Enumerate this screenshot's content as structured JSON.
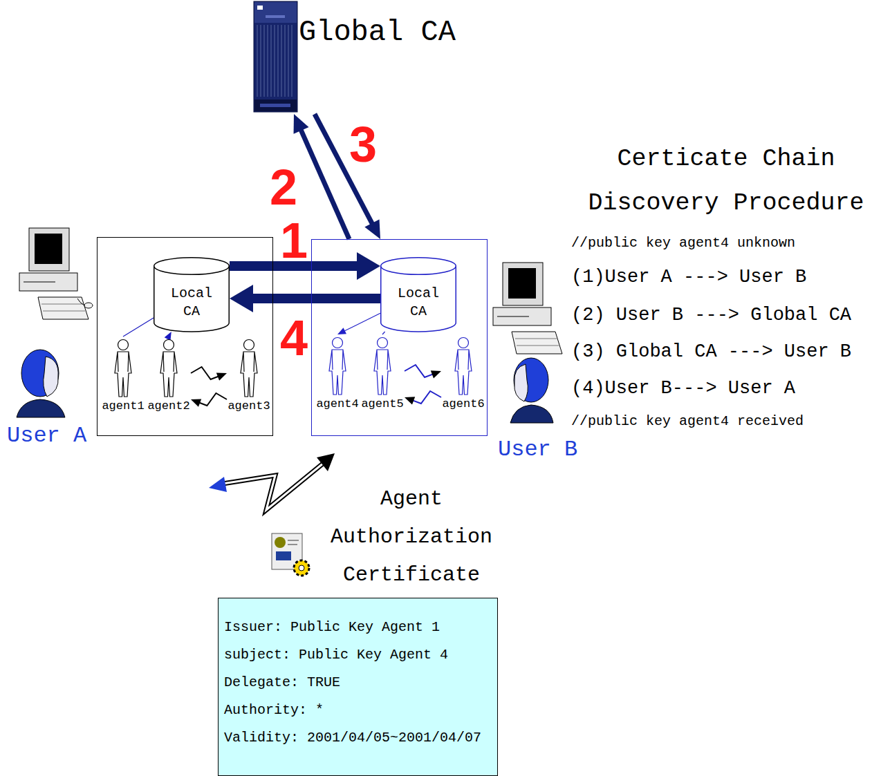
{
  "diagram": {
    "nodes": [
      {
        "text": [
          "Global CA"
        ]
      },
      {
        "text": [
          "User A"
        ]
      },
      {
        "text": [
          "Local CA"
        ],
        "in": 1
      },
      {
        "text": [
          "agent1"
        ],
        "in": 1
      },
      {
        "text": [
          "agent2"
        ],
        "in": 1
      },
      {
        "text": [
          "agent3"
        ],
        "in": 1
      },
      {
        "text": [
          "User B"
        ]
      },
      {
        "text": [
          "Local CA"
        ],
        "in": 6
      },
      {
        "text": [
          "agent4"
        ],
        "in": 6
      },
      {
        "text": [
          "agent5"
        ],
        "in": 6
      },
      {
        "text": [
          "agent6"
        ],
        "in": 6
      },
      {
        "text": [
          "Issuer: Public Key Agent 1",
          "subject: Public Key Agent 4",
          "Delegate: TRUE",
          "Authority: *",
          "Validity: 2001/04/05~2001/04/07"
        ]
      }
    ],
    "edges": [
      {
        "from": 2,
        "to": 7,
        "arrow": "to"
      },
      {
        "from": 7,
        "to": 2,
        "arrow": "to"
      },
      {
        "from": 6,
        "to": 0,
        "arrow": "to"
      },
      {
        "from": 0,
        "to": 6,
        "arrow": "to"
      },
      {
        "from": 3,
        "to": 2,
        "arrow": "none"
      },
      {
        "from": 4,
        "to": 2,
        "arrow": "to"
      },
      {
        "from": 4,
        "to": 5,
        "arrow": "to"
      },
      {
        "from": 5,
        "to": 4,
        "arrow": "to"
      },
      {
        "from": 7,
        "to": 8,
        "arrow": "to"
      },
      {
        "from": 9,
        "to": 7,
        "arrow": "none"
      },
      {
        "from": 9,
        "to": 10,
        "arrow": "to"
      },
      {
        "from": 10,
        "to": 9,
        "arrow": "to"
      }
    ],
    "labels": [
      "1",
      "2",
      "3",
      "4",
      "Certicate Chain Discovery Procedure",
      "//public key agent4 unknown",
      "(1)User A ---> User B",
      "(2) User B ---> Global CA",
      "(3) Global CA ---> User B",
      "(4)User B---> User A",
      "//public key agent4 received",
      "Agent Authorization Certificate"
    ]
  }
}
